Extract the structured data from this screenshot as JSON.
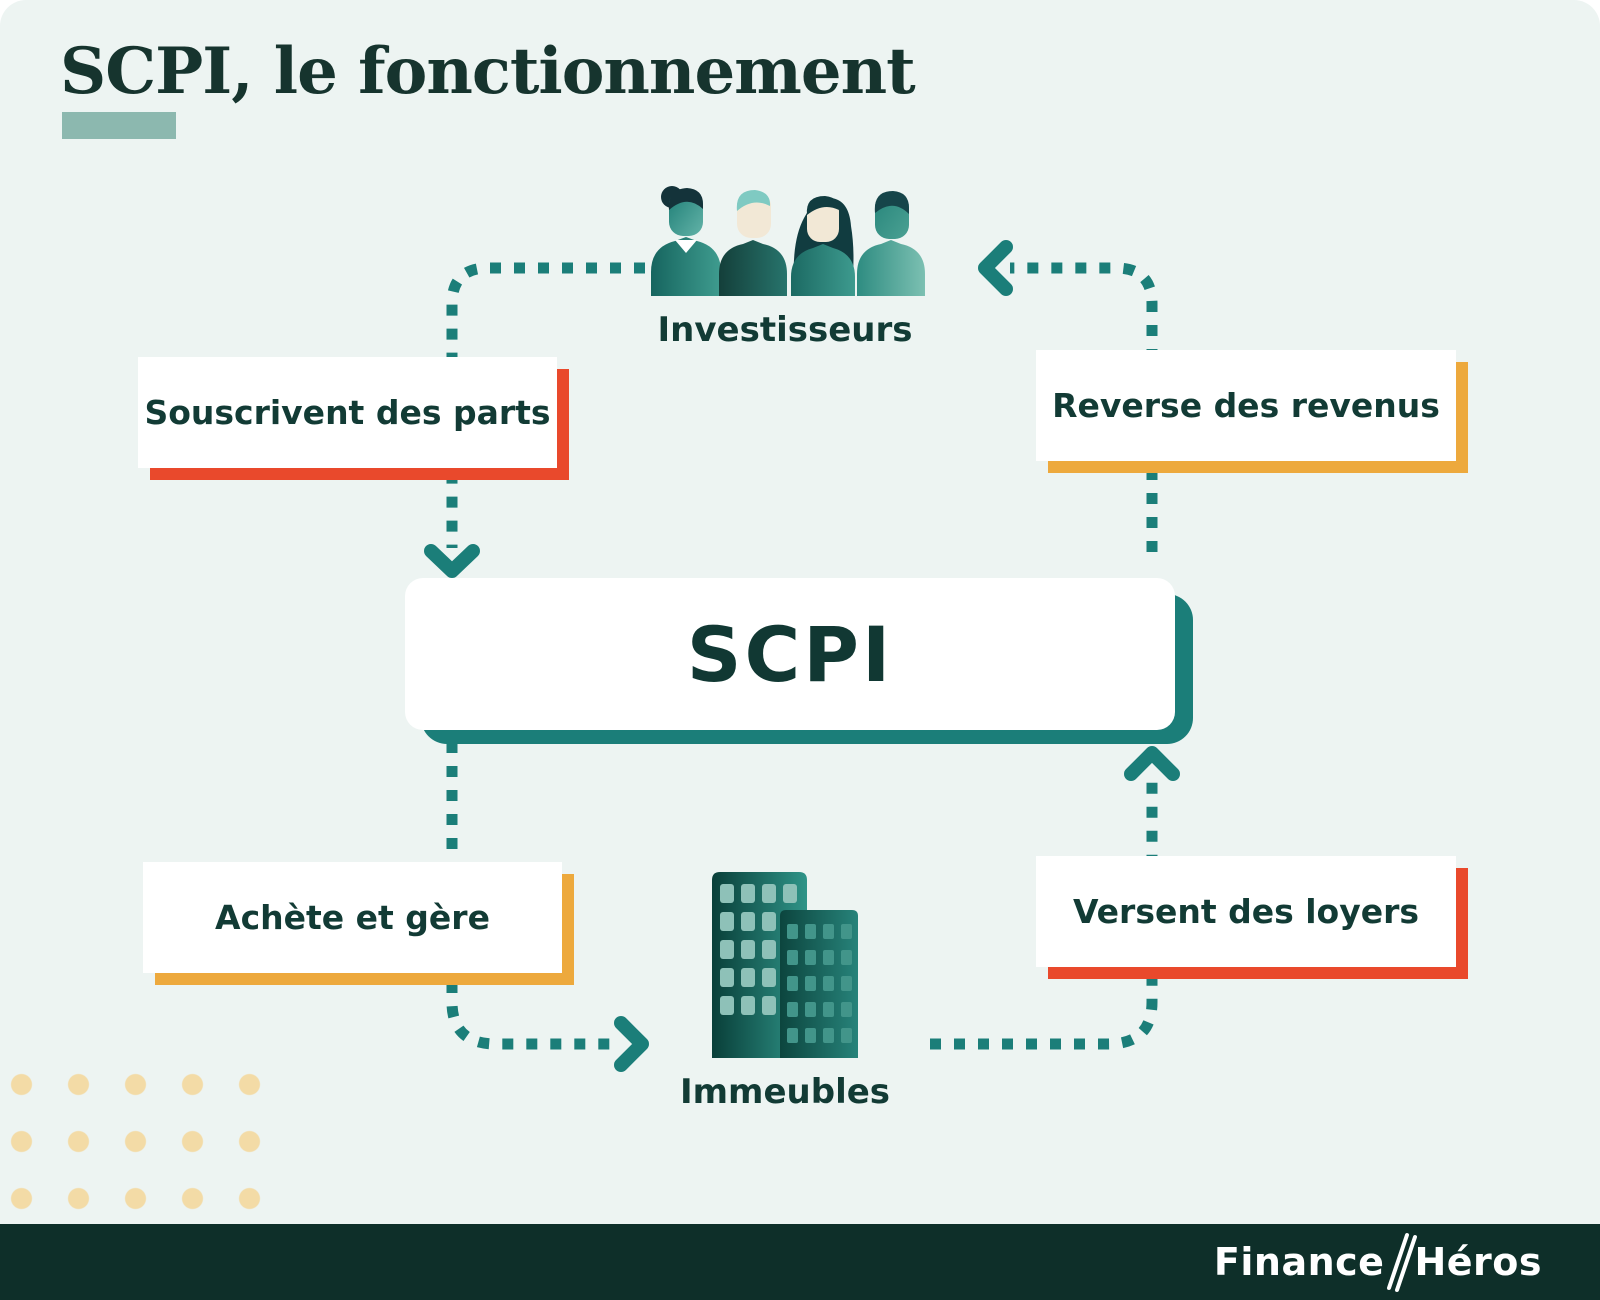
{
  "title": {
    "text": "SCPI, le fonctionnement"
  },
  "diagram": {
    "investors": {
      "label": "Investisseurs"
    },
    "scpi": {
      "label": "SCPI"
    },
    "buildings": {
      "label": "Immeubles"
    },
    "steps": [
      {
        "label": "Souscrivent des parts",
        "accent": "#e9492c"
      },
      {
        "label": "Reverse des revenus",
        "accent": "#eda93d"
      },
      {
        "label": "Achète et gère",
        "accent": "#eda93d"
      },
      {
        "label": "Versent des loyers",
        "accent": "#e9492c"
      }
    ],
    "flow": [
      "Investisseurs → Souscrivent des parts → SCPI",
      "SCPI → Achète et gère → Immeubles",
      "Immeubles → Versent des loyers → SCPI",
      "SCPI → Reverse des revenus → Investisseurs"
    ]
  },
  "footer": {
    "brand_part1": "Finance",
    "brand_part2": "Héros"
  },
  "icons": {
    "investors": "people-group-icon",
    "buildings": "buildings-icon",
    "arrows": "dotted-flow-arrows",
    "brand_separator": "double-slash-icon"
  },
  "colors": {
    "background": "#edf4f2",
    "teal": "#1b7e79",
    "text_dark": "#123b35",
    "accent_red": "#e9492c",
    "accent_yellow": "#eda93d",
    "footer_background": "#0e2f29",
    "dots": "#f3dba6",
    "title_highlight": "#8cb8af",
    "card_background": "#ffffff"
  }
}
